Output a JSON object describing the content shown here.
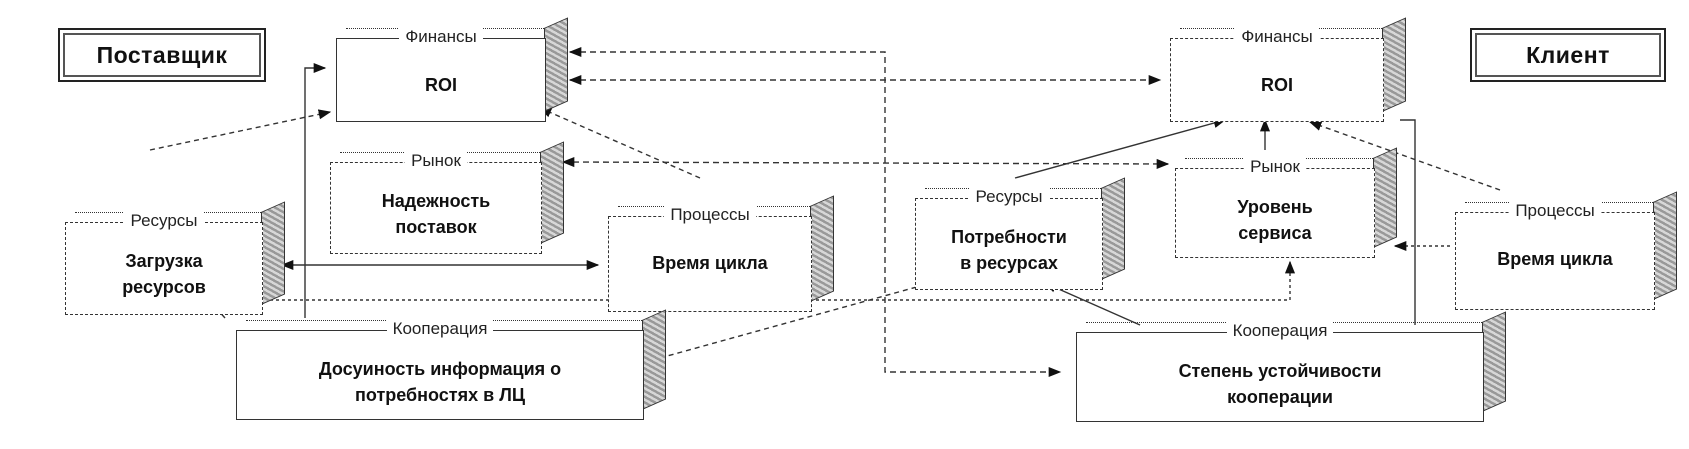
{
  "supplier_label": "Поставщик",
  "client_label": "Клиент",
  "supplier": {
    "finance": {
      "category": "Финансы",
      "value": "ROI"
    },
    "market": {
      "category": "Рынок",
      "value": "Надежность\nпоставок"
    },
    "resources": {
      "category": "Ресурсы",
      "value": "Загрузка\nресурсов"
    },
    "processes": {
      "category": "Процессы",
      "value": "Время цикла"
    },
    "cooperation": {
      "category": "Кооперация",
      "value": "Досуиность информация о\nпотребностях в ЛЦ"
    }
  },
  "client": {
    "finance": {
      "category": "Финансы",
      "value": "ROI"
    },
    "market": {
      "category": "Рынок",
      "value": "Уровень\nсервиса"
    },
    "resources": {
      "category": "Ресурсы",
      "value": "Потребности\nв ресурсах"
    },
    "processes": {
      "category": "Процессы",
      "value": "Время цикла"
    },
    "cooperation": {
      "category": "Кооперация",
      "value": "Степень устойчивости\nкооперации"
    }
  }
}
